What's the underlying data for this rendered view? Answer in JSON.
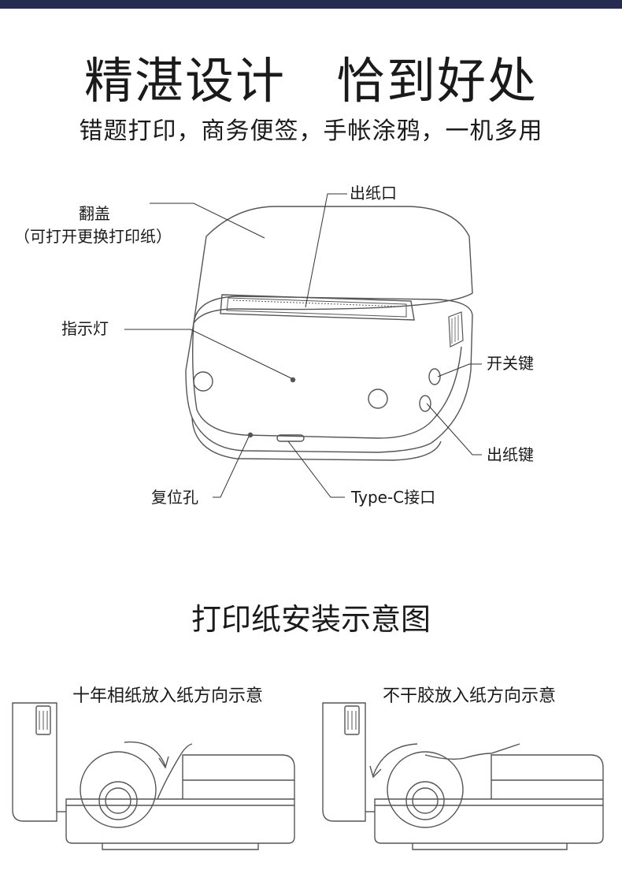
{
  "colors": {
    "top_bar": "#252c4f",
    "line": "#555555",
    "text": "#1a1a1a"
  },
  "header": {
    "title": "精湛设计　恰到好处",
    "subtitle": "错题打印，商务便签，手帐涂鸦，一机多用"
  },
  "callouts": {
    "lid_line1": "翻盖",
    "lid_line2": "（可打开更换打印纸）",
    "paper_outlet": "出纸口",
    "indicator_light": "指示灯",
    "power_key": "开关键",
    "feed_key": "出纸键",
    "reset_hole": "复位孔",
    "typec_port": "Type-C接口"
  },
  "install": {
    "heading": "打印纸安装示意图",
    "left_caption": "十年相纸放入纸方向示意",
    "right_caption": "不干胶放入纸方向示意"
  }
}
